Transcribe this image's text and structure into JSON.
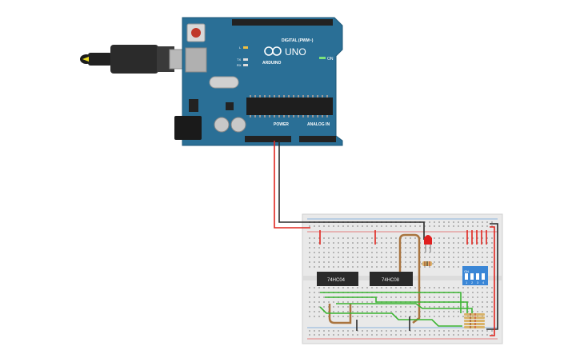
{
  "arduino": {
    "brand": "ARDUINO",
    "model": "UNO",
    "digital_header": "DIGITAL (PWM~)",
    "on_label": "ON",
    "power_label": "POWER",
    "analog_label": "ANALOG IN",
    "l_label": "L",
    "tx_label": "TX",
    "rx_label": "RX",
    "board_color": "#2a6f96"
  },
  "breadboard": {
    "chip1_label": "74HC04",
    "chip2_label": "74HC08",
    "dip_switch_numbers": [
      "1",
      "2",
      "3",
      "4"
    ],
    "dip_switch_brand": "ON"
  },
  "colors": {
    "wire_red": "#e0261f",
    "wire_black": "#2b2b2b",
    "wire_green": "#3ab431",
    "wire_brown": "#a9743f",
    "led": "#e02020",
    "dip_switch": "#3a86d6"
  }
}
